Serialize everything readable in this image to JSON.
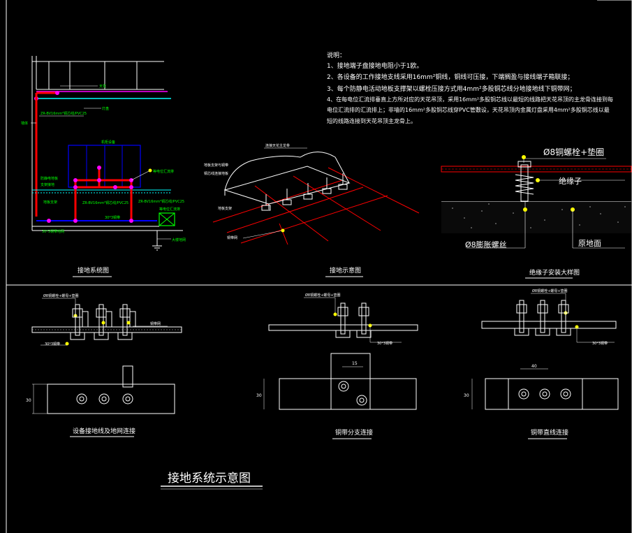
{
  "drawing_title": "接地系统示意图",
  "notes": {
    "heading": "说明：",
    "lines": [
      "1、接地端子盘接地电阻小于1欧。",
      "2、各设备的工作接地支线采用16mm²铜线，铜线可压接，下端搁盈与接线端子箱联接；",
      "3、每个防静电活动地板支撑架以螺栓压接方式用4mm²多股铜芯线分地接地线下铜带网；",
      "4、在每电位汇流排垂直上方所对应的天花吊顶，采用16mm²多股铜芯线以最短的线路把天花吊顶的主龙骨连接到每",
      "电位汇流排的汇流排上；非墙的16mm²多股铜芯线穿PVC管敷设，天花吊顶内金属灯盘采用4mm²多股铜芯线以最",
      "短的线路连接到天花吊顶主龙骨上。"
    ]
  },
  "views": {
    "system_diagram": {
      "caption": "接地系统图",
      "labels": {
        "ceiling_label": "天花",
        "light_label": "灯盘",
        "wall_label": "墙体",
        "cable_top": "ZR-BV16mm²铜芯线/PVC25",
        "equipment_label": "机柜设备",
        "floor_label": "防静电地板",
        "bracket_label": "支架接地",
        "pedestal_label": "地板支架",
        "equipotential_label": "等电位汇流排",
        "cable_mid": "ZR-BV16mm²铜芯线/PVC25",
        "cable_mid2": "ZR-BV16mm²铜芯线/PVC25",
        "copper_strip": "30*3铜带",
        "terminal_box": "等电位汇流排",
        "ground_label": "大楼地网",
        "bottom_note": "30*3铜带地网"
      }
    },
    "grounding_schematic": {
      "caption": "接地示意图",
      "labels": {
        "ceiling_conn": "连接天花主龙骨",
        "floor_conn": "地板支架与铜带",
        "wire_conn": "铜芯线连接地板",
        "floor_stand": "地板支架",
        "copper_net": "铜带网"
      }
    },
    "insulator_detail": {
      "caption": "绝缘子安装大样图",
      "labels": {
        "bolt_washer": "Ø8铜螺栓+垫圈",
        "insulator": "绝缘子",
        "expansion_bolt": "Ø8膨胀螺丝",
        "floor_surface": "原地面"
      }
    },
    "equipment_conn": {
      "caption": "设备接地线及地网连接",
      "labels": {
        "bolt_note": "Ø8铜螺栓+螺母+垫圈",
        "strip_note": "30*3铜带",
        "copper_label": "铜带网",
        "dim": "30"
      }
    },
    "branch_conn": {
      "caption": "铜带分支连接",
      "labels": {
        "bolt_note": "Ø8铜螺栓+螺母+垫圈",
        "strip_note": "30*3铜带",
        "dim_top": "15",
        "dim_side": "30"
      }
    },
    "straight_conn": {
      "caption": "铜带直线连接",
      "labels": {
        "bolt_note": "Ø8铜螺栓+螺母+垫圈",
        "strip_note": "30*3铜带",
        "dim_top": "40",
        "dim_side": "30"
      }
    }
  },
  "colors": {
    "background": "#000000",
    "line": "#ffffff",
    "ground_red": "#ff0000",
    "cyan": "#00ffff",
    "blue": "#0000ff",
    "green": "#00ff00",
    "yellow": "#ffff00",
    "magenta": "#ff00ff"
  }
}
